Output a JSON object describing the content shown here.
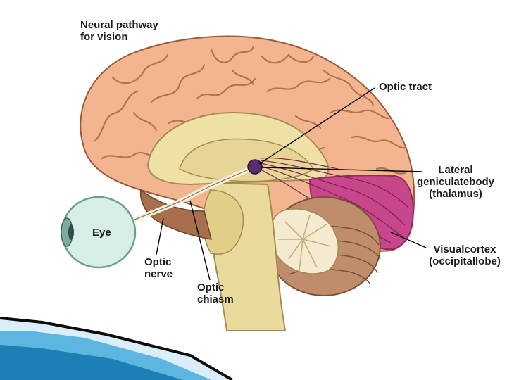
{
  "title": {
    "line1": "Neural pathway",
    "line2": "for vision"
  },
  "labels": {
    "optic_tract": "Optic tract",
    "lateral_geniculate": {
      "line1": "Lateral",
      "line2": "geniculatebody",
      "line3": "(thalamus)"
    },
    "visual_cortex": {
      "line1": "Visualcortex",
      "line2": "(occipitallobe)"
    },
    "eye": "Eye",
    "optic_nerve": {
      "line1": "Optic",
      "line2": "nerve"
    },
    "optic_chiasm": {
      "line1": "Optic",
      "line2": "chiasm"
    }
  },
  "colors": {
    "cerebrum": "#f2b58f",
    "cerebrum_shadow": "#c98462",
    "midbrain": "#efe0a6",
    "brainstem": "#eadb9c",
    "cerebellum": "#c08d6c",
    "visual_cortex": "#c8468c",
    "eye": "#d6eee6",
    "slide_accent": "#1c7fb6"
  }
}
